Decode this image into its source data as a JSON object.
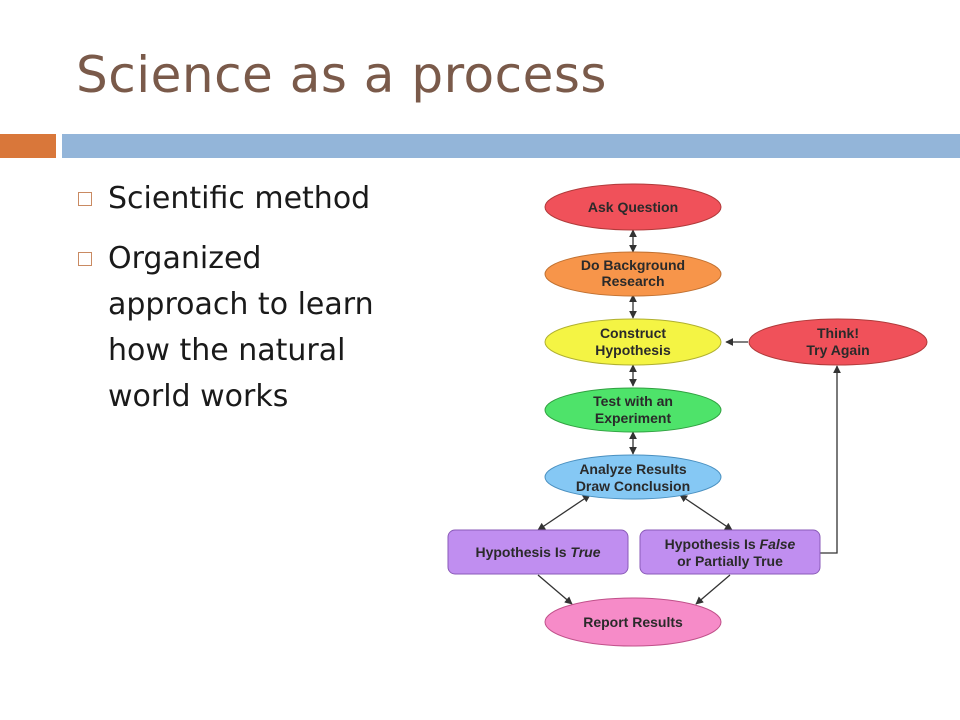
{
  "slide": {
    "title": "Science as a process",
    "bullets": [
      "Scientific method",
      "Organized approach to learn how the natural world works"
    ],
    "colors": {
      "title": "#7a5a4a",
      "accent_orange": "#d9773a",
      "accent_blue": "#93b5d9",
      "bullet_box": "#c98a62"
    }
  },
  "diagram": {
    "nodes": {
      "ask": {
        "lines": [
          "Ask Question"
        ],
        "color": "#f0515a"
      },
      "research": {
        "lines": [
          "Do Background",
          "Research"
        ],
        "color": "#f7954a"
      },
      "hypothesis": {
        "lines": [
          "Construct",
          "Hypothesis"
        ],
        "color": "#f4f444"
      },
      "think": {
        "lines": [
          "Think!",
          "Try Again"
        ],
        "color": "#f0515a"
      },
      "experiment": {
        "lines": [
          "Test with an",
          "Experiment"
        ],
        "color": "#4ee36a"
      },
      "analyze": {
        "lines": [
          "Analyze Results",
          "Draw Conclusion"
        ],
        "color": "#85c8f4"
      },
      "true": {
        "prefix": "Hypothesis Is ",
        "emph": "True",
        "color": "#c08ef0"
      },
      "false": {
        "prefix": "Hypothesis Is ",
        "emph": "False",
        "line2": "or Partially True",
        "color": "#c08ef0"
      },
      "report": {
        "lines": [
          "Report Results"
        ],
        "color": "#f68bc8"
      }
    }
  }
}
